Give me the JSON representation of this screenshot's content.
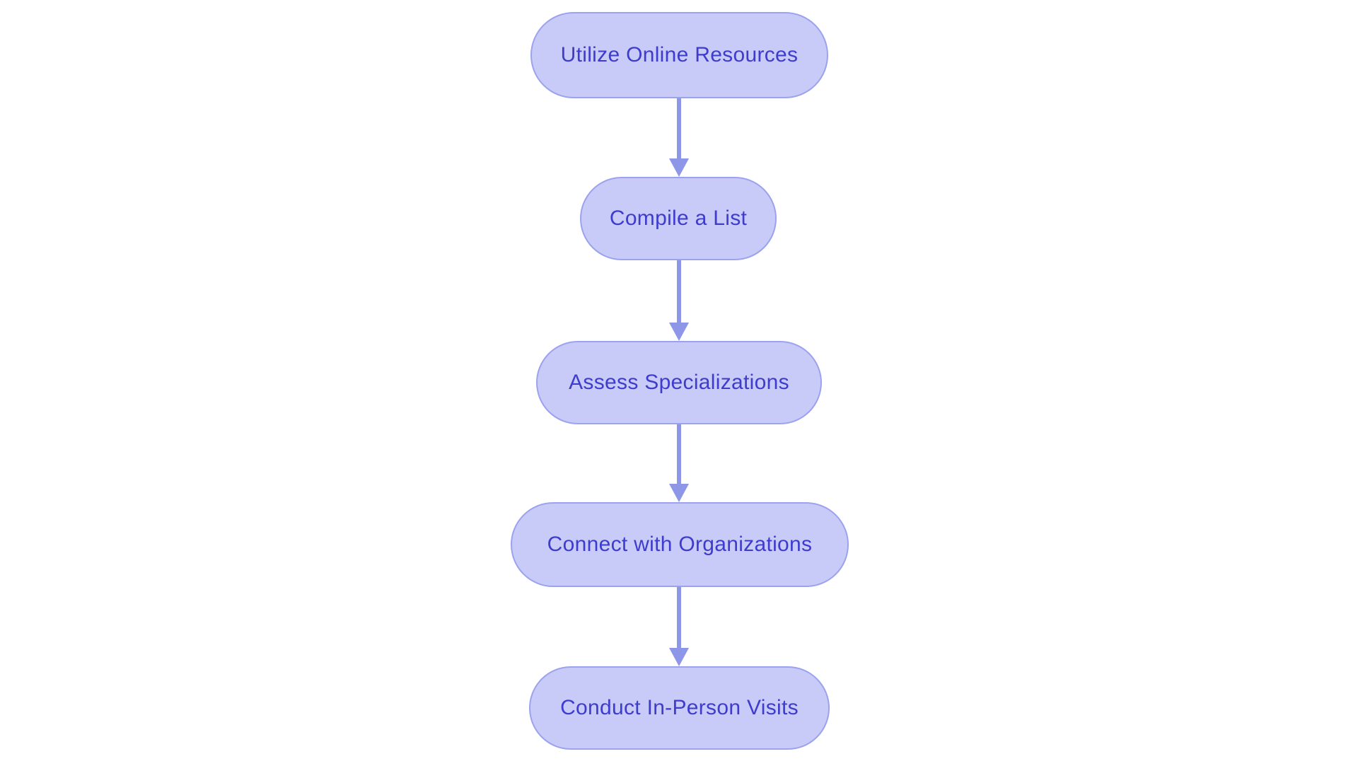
{
  "page": {
    "background": "#ffffff"
  },
  "flowchart": {
    "type": "vertical-flowchart",
    "direction": "top-to-bottom",
    "colors": {
      "node_fill": "#c8cbf7",
      "node_border": "#9ba2ee",
      "node_text": "#3e3ccd",
      "arrow": "#8e96e8",
      "page_bg": "#ffffff"
    },
    "nodes": [
      {
        "id": "n1",
        "label": "Utilize Online Resources"
      },
      {
        "id": "n2",
        "label": "Compile a List"
      },
      {
        "id": "n3",
        "label": "Assess Specializations"
      },
      {
        "id": "n4",
        "label": "Connect with Organizations"
      },
      {
        "id": "n5",
        "label": "Conduct In-Person Visits"
      }
    ],
    "edges": [
      {
        "from": "n1",
        "to": "n2"
      },
      {
        "from": "n2",
        "to": "n3"
      },
      {
        "from": "n3",
        "to": "n4"
      },
      {
        "from": "n4",
        "to": "n5"
      }
    ]
  }
}
